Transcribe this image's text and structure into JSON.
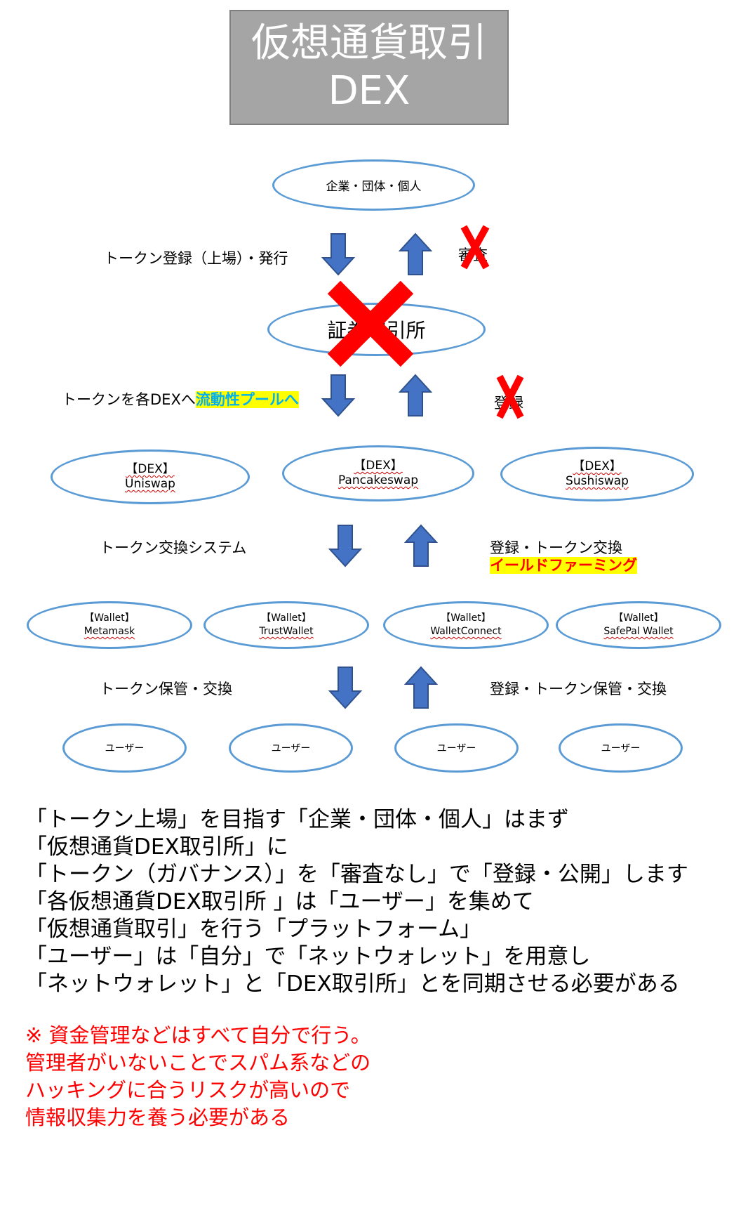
{
  "title": {
    "line1": "仮想通貨取引",
    "line2": "DEX"
  },
  "entities": {
    "issuer": "企業・団体・個人",
    "exchange": "証券取引所",
    "dex": [
      {
        "tag": "【DEX】",
        "name": "Uniswap"
      },
      {
        "tag": "【DEX】",
        "name": "Pancakeswap"
      },
      {
        "tag": "【DEX】",
        "name": "Sushiswap"
      }
    ],
    "wallets": [
      {
        "tag": "【Wallet】",
        "name": "Metamask"
      },
      {
        "tag": "【Wallet】",
        "name": "TrustWallet"
      },
      {
        "tag": "【Wallet】",
        "name": "WalletConnect"
      },
      {
        "tag": "【Wallet】",
        "name": "SafePal Wallet"
      }
    ],
    "users": [
      "ユーザー",
      "ユーザー",
      "ユーザー",
      "ユーザー"
    ]
  },
  "labels": {
    "issue": "トークン登録（上場）・発行",
    "review": "審査",
    "to_dex_prefix": "トークンを各DEXへ",
    "to_dex_highlight": "流動性プール",
    "to_dex_suffix": "へ",
    "register": "登録",
    "exchange_system": "トークン交換システム",
    "register_exchange": "登録・トークン交換",
    "yield_farming": "イールドファーミング",
    "custody": "トークン保管・交換",
    "register_custody": "登録・トークン保管・交換"
  },
  "description": [
    "「トークン上場」を目指す「企業・団体・個人」はまず",
    "「仮想通貨DEX取引所」に",
    "「トークン（ガバナンス）」を「審査なし」で「登録・公開」します",
    "「各仮想通貨DEX取引所 」は「ユーザー」を集めて",
    "「仮想通貨取引」を行う「プラットフォーム」",
    "「ユーザー」は「自分」で「ネットウォレット」を用意し",
    "「ネットウォレット」と「DEX取引所」とを同期させる必要がある"
  ],
  "note": [
    "※ 資金管理などはすべて自分で行う。",
    "管理者がいないことでスパム系などの",
    "ハッキングに合うリスクが高いので",
    "情報収集力を養う必要がある"
  ],
  "colors": {
    "ellipse_border": "#5b9bd5",
    "arrow_fill": "#4472c4",
    "arrow_stroke": "#2f528f",
    "cross": "#ff0000",
    "highlight": "#ffff00",
    "highlight_text_blue": "#00b0f0",
    "note_text": "#ff0000"
  }
}
